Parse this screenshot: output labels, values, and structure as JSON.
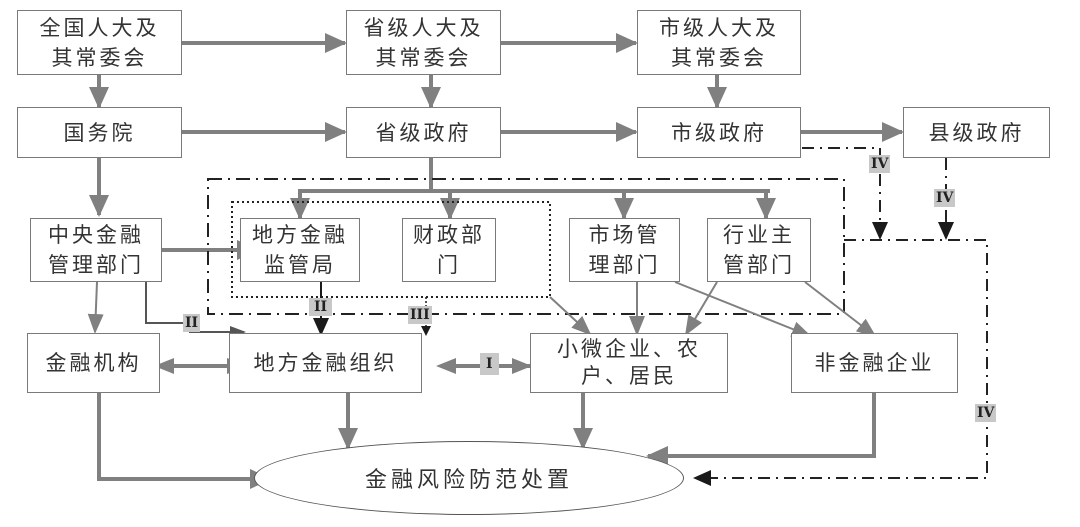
{
  "nodes": {
    "npc_national": "全国人大及\n其常委会",
    "npc_provincial": "省级人大及\n其常委会",
    "npc_city": "市级人大及\n其常委会",
    "state_council": "国务院",
    "provincial_gov": "省级政府",
    "city_gov": "市级政府",
    "county_gov": "县级政府",
    "central_fin_admin": "中央金融\n管理部门",
    "local_fin_bureau": "地方金融\n监管局",
    "finance_dept": "财政部\n门",
    "market_admin": "市场管\n理部门",
    "industry_admin": "行业主\n管部门",
    "fin_institutions": "金融机构",
    "local_fin_orgs": "地方金融组织",
    "small_enterprises": "小微企业、农\n户、居民",
    "non_fin_enterprises": "非金融企业",
    "risk_disposal": "金融风险防范处置"
  },
  "tags": {
    "I": "I",
    "II_a": "II",
    "II_b": "II",
    "III": "III",
    "IV_a": "IV",
    "IV_b": "IV",
    "IV_c": "IV"
  },
  "colors": {
    "arrow_gray": "#808080",
    "arrow_dark": "#1a1a1a",
    "tag_bg": "#c8c8c8",
    "box_border": "#7a7a7a"
  }
}
